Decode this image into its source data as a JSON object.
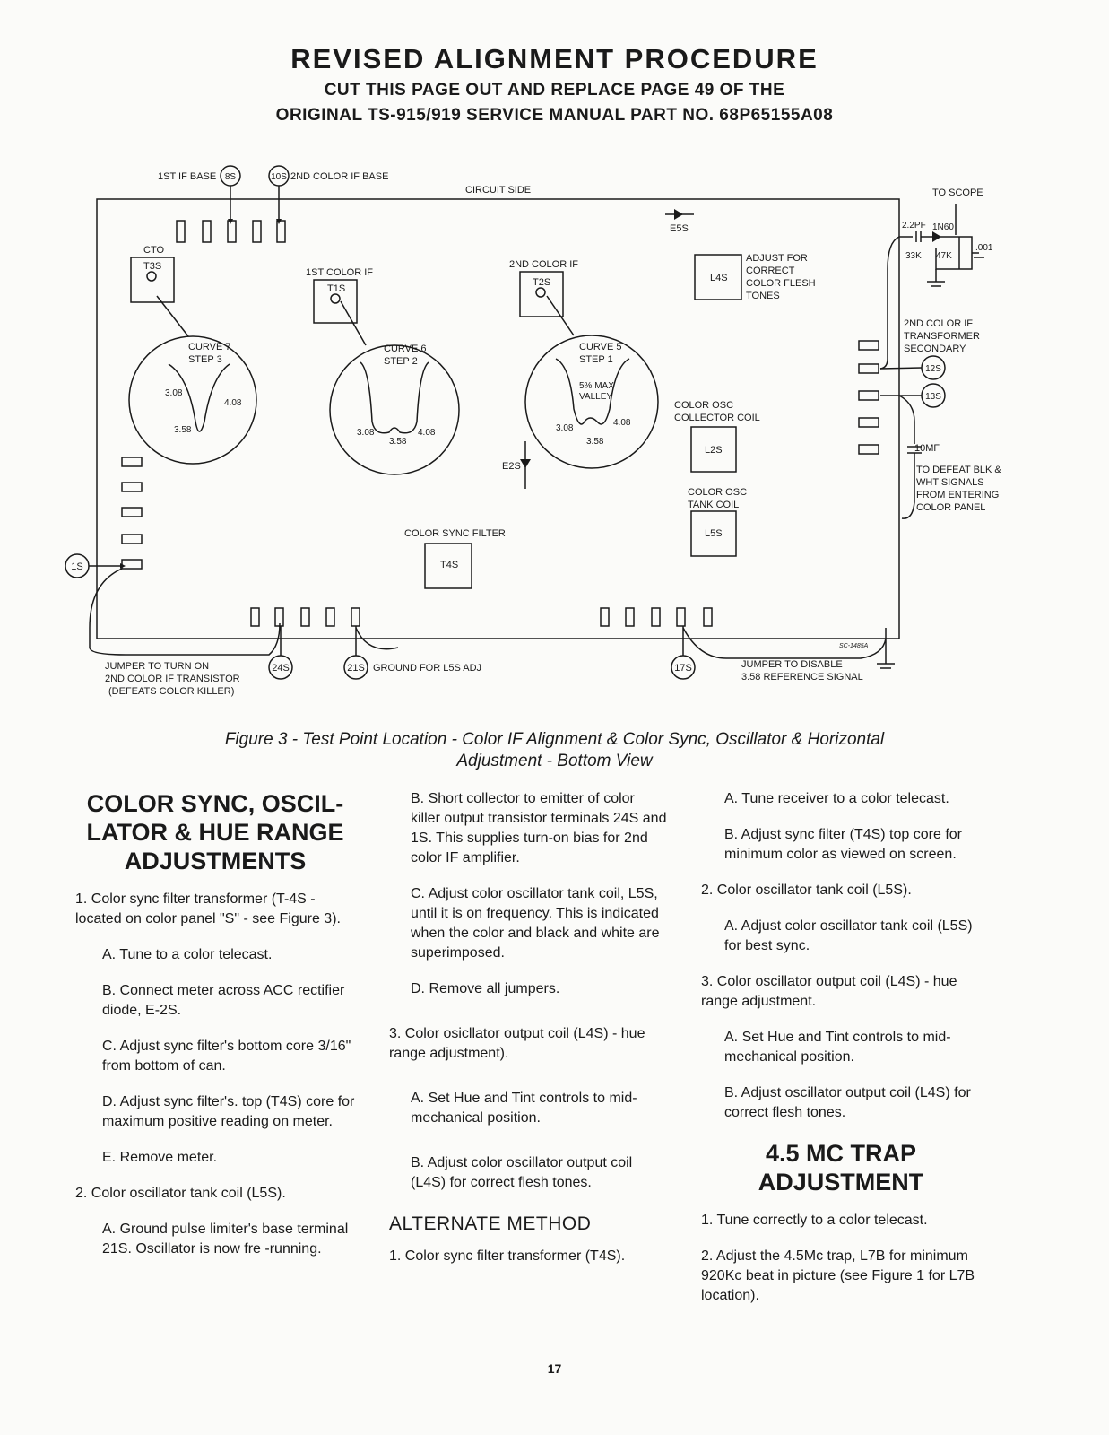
{
  "header": {
    "title": "REVISED ALIGNMENT PROCEDURE",
    "subtitle1": "CUT THIS PAGE OUT AND REPLACE PAGE 49 OF THE",
    "subtitle2": "ORIGINAL TS-915/919 SERVICE MANUAL PART NO. 68P65155A08"
  },
  "figure": {
    "labels": {
      "if_base_1st": "1ST IF BASE",
      "tp_8s": "8S",
      "tp_10s": "10S",
      "if_base_2nd_color": "2ND COLOR IF BASE",
      "circuit_side": "CIRCUIT SIDE",
      "to_scope": "TO SCOPE",
      "e5s": "E5S",
      "cto": "CTO",
      "t3s": "T3S",
      "first_color_if": "1ST COLOR IF",
      "t1s": "T1S",
      "second_color_if": "2ND COLOR IF",
      "t2s": "T2S",
      "l4s": "L4S",
      "adjust_1": "ADJUST FOR",
      "adjust_2": "CORRECT",
      "adjust_3": "COLOR FLESH",
      "adjust_4": "TONES",
      "cap_22pf": "2.2PF",
      "diode_1n60": "1N60",
      "cap_001": ".001",
      "res_33k": "33K",
      "res_47k": "47K",
      "xfmr_1": "2ND COLOR IF",
      "xfmr_2": "TRANSFORMER",
      "xfmr_3": "SECONDARY",
      "tp_12s": "12S",
      "tp_13s": "13S",
      "curve7": "CURVE 7",
      "step3": "STEP 3",
      "curve6": "CURVE 6",
      "step2": "STEP 2",
      "curve5": "CURVE 5",
      "step1": "STEP 1",
      "max_valley_1": "5% MAX",
      "max_valley_2": "VALLEY",
      "f308": "3.08",
      "f358": "3.58",
      "f408": "4.08",
      "osc_coll_1": "COLOR OSC",
      "osc_coll_2": "COLLECTOR COIL",
      "l2s": "L2S",
      "osc_tank_1": "COLOR OSC",
      "osc_tank_2": "TANK COIL",
      "l5s": "L5S",
      "e2s": "E2S",
      "cap_10mf": "10MF",
      "defeat_1": "TO DEFEAT BLK &",
      "defeat_2": "WHT SIGNALS",
      "defeat_3": "FROM ENTERING",
      "defeat_4": "COLOR PANEL",
      "sync_filter": "COLOR SYNC FILTER",
      "t4s": "T4S",
      "tp_1s": "1S",
      "drawing_no": "SC-1485A",
      "jumper_on_1": "JUMPER TO TURN ON",
      "jumper_on_2": "2ND COLOR IF TRANSISTOR",
      "jumper_on_3": "(DEFEATS COLOR KILLER)",
      "tp_24s": "24S",
      "tp_21s": "21S",
      "ground_l5s": "GROUND FOR L5S ADJ",
      "tp_17s": "17S",
      "jumper_dis_1": "JUMPER TO DISABLE",
      "jumper_dis_2": "3.58 REFERENCE SIGNAL"
    },
    "caption_line1": "Figure 3 - Test Point Location - Color IF Alignment & Color  Sync, Oscillator & Horizontal",
    "caption_line2": "Adjustment - Bottom View"
  },
  "col1": {
    "heading_1": "COLOR SYNC, OSCIL-",
    "heading_2": "LATOR & HUE RANGE",
    "heading_3": "ADJUSTMENTS",
    "p1": "1.  Color sync filter transformer (T-4S - located on color panel \"S\" - see Figure 3).",
    "p1a": "A.  Tune to a color telecast.",
    "p1b": "B.  Connect meter across ACC rectifier diode, E-2S.",
    "p1c": "C.  Adjust sync filter's bottom core 3/16\" from bottom of can.",
    "p1d": "D.  Adjust sync filter's. top (T4S) core for maximum positive reading on meter.",
    "p1e": "E.  Remove meter.",
    "p2": "2.  Color oscillator tank coil (L5S).",
    "p2a": "A.  Ground pulse limiter's base terminal 21S. Oscillator is now fre -running."
  },
  "col2": {
    "p2b": "B.  Short collector to emitter of color killer output transistor terminals 24S and 1S. This supplies turn-on bias for 2nd color IF amplifier.",
    "p2c": "C.  Adjust color oscillator tank coil, L5S, until it is on frequency. This is indicated when the color and black and white are superimposed.",
    "p2d": "D.  Remove all jumpers.",
    "p3": "3.  Color osicllator output coil (L4S) - hue range adjustment).",
    "p3a": "A.  Set Hue and Tint controls to mid-mechanical position.",
    "p3b": "B.  Adjust color oscillator output coil (L4S) for correct flesh tones.",
    "alt_heading": "ALTERNATE METHOD",
    "alt1": "1.  Color sync filter transformer (T4S)."
  },
  "col3": {
    "a": "A.  Tune receiver to a color telecast.",
    "b": "B.  Adjust sync filter (T4S) top core for minimum color as viewed on screen.",
    "p2": "2.  Color oscillator tank coil (L5S).",
    "p2a": "A.  Adjust color oscillator tank coil (L5S) for best sync.",
    "p3": "3.  Color oscillator output coil (L4S) - hue range adjustment.",
    "p3a": "A.  Set Hue and Tint controls to mid-mechanical position.",
    "p3b": "B.  Adjust oscillator output coil (L4S) for correct flesh tones.",
    "trap_heading_1": "4.5 MC TRAP",
    "trap_heading_2": "ADJUSTMENT",
    "t1": "1.  Tune correctly to a color telecast.",
    "t2": "2.  Adjust the 4.5Mc trap, L7B for minimum 920Kc beat in picture (see Figure 1 for L7B location)."
  },
  "page_number": "17"
}
